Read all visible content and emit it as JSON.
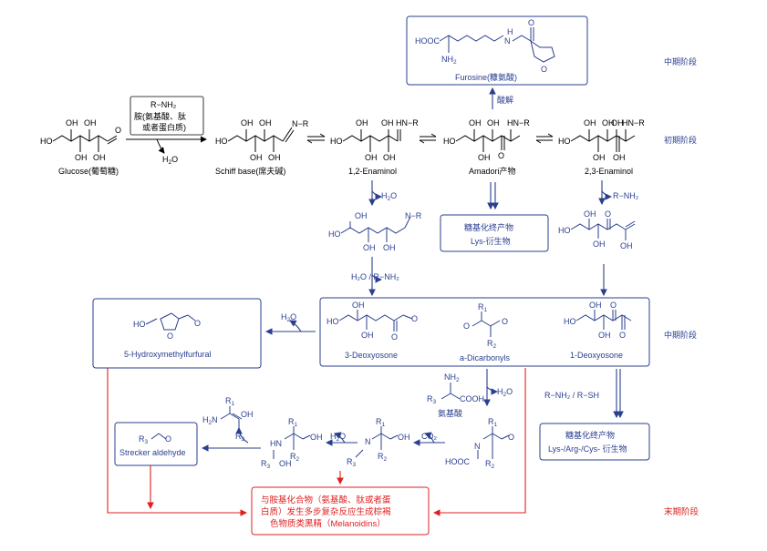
{
  "stages": {
    "middle_1": "中期阶段",
    "initial": "初期阶段",
    "middle_2": "中期阶段",
    "final": "末期阶段"
  },
  "compounds": {
    "glucose": "Glucose(葡萄糖)",
    "schiff": "Schiff base(席夫碱)",
    "enaminol12": "1,2-Enaminol",
    "amadori": "Amadori产物",
    "enaminol23": "2,3-Enaminol",
    "furosine": "Furosine(糠氨酸)",
    "deoxyosone3": "3-Deoxyosone",
    "dicarbonyls": "a-Dicarbonyls",
    "deoxyosone1": "1-Deoxyosone",
    "hmf": "5-Hydroxymethylfurfural",
    "strecker": "Strecker aldehyde",
    "amino_acid": "氨基酸"
  },
  "reagents": {
    "amine": "R−NH₂",
    "amine_desc_1": "胺(氨基酸、肽",
    "amine_desc_2": "或者蛋白质)",
    "water": "H₂O",
    "acid_hydrolysis": "酸解",
    "r_nh2": "R−NH₂",
    "r_nh2_water": "H₂O / R−NH₂",
    "r_sh": "R−NH₂ / R−SH",
    "co2": "CO₂"
  },
  "boxes": {
    "glyco_lys_1": "糖基化终产物",
    "glyco_lys_2": "Lys-衍生物",
    "glyco_multi_1": "糖基化终产物",
    "glyco_multi_2": "Lys-/Arg-/Cys- 衍生物",
    "final_1": "与胺基化合物（氨基酸、肽或者蛋",
    "final_2": "白质）发生多步复杂反应生成棕褐",
    "final_3": "色物质类黑精（Melanoidins）"
  },
  "colors": {
    "blue": "#2a3f8f",
    "red": "#e02020",
    "black": "#000000"
  }
}
